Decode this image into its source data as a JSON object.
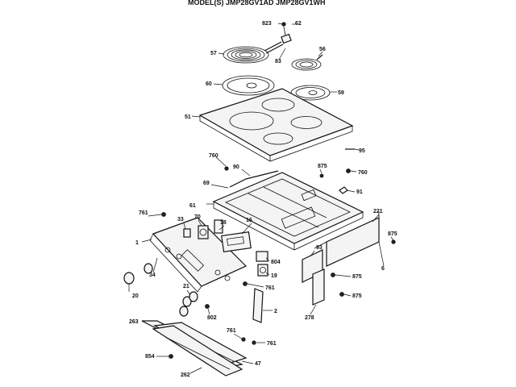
{
  "title": "MODEL(S) JMP28GV1AD   JMP28GV1WH",
  "labels": {
    "p823": "823",
    "p62": "62",
    "p57": "57",
    "p56": "56",
    "p83": "83",
    "p60": "60",
    "p59": "59",
    "p51": "51",
    "p95": "95",
    "p760a": "760",
    "p760b": "760",
    "p875a": "875",
    "p69": "69",
    "p90": "90",
    "p91": "91",
    "p61": "61",
    "p761a": "761",
    "p33a": "33",
    "p70": "70",
    "p18": "18",
    "p16": "16",
    "p221": "221",
    "p875b": "875",
    "p1": "1",
    "p93": "93",
    "p804": "804",
    "p34": "34",
    "p19": "19",
    "p6": "6",
    "p875c": "875",
    "p20": "20",
    "p21": "21",
    "p761b": "761",
    "p875d": "875",
    "p2": "2",
    "p802": "802",
    "p278": "278",
    "p263": "263",
    "p761c": "761",
    "p761d": "761",
    "p854": "854",
    "p47": "47",
    "p262": "262"
  }
}
